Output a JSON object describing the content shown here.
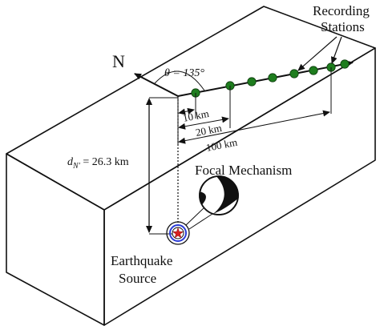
{
  "labels": {
    "north": "N",
    "theta": "θ = 135°",
    "recording_stations_line1": "Recording",
    "recording_stations_line2": "Stations",
    "depth": "d",
    "depth_sub": "N′",
    "depth_value": " = 26.3 km",
    "dist_10": "10 km",
    "dist_20": "20 km",
    "dist_100": "100 km",
    "focal_mechanism": "Focal Mechanism",
    "source_line1": "Earthquake",
    "source_line2": "Source"
  },
  "colors": {
    "station": "#1e7d1e",
    "star": "#d62020",
    "ring_blue": "#2a3bd6",
    "outline": "#111111"
  },
  "station_count": 8
}
